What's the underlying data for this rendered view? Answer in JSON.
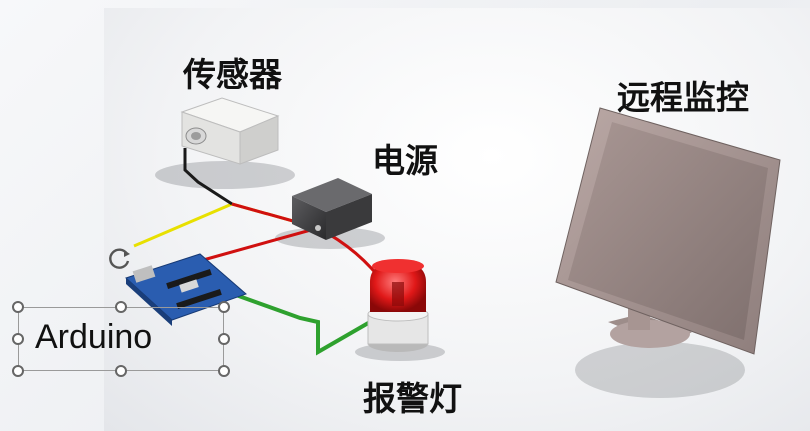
{
  "labels": {
    "sensor": "传感器",
    "power": "电源",
    "monitor": "远程监控",
    "alarm_light": "报警灯"
  },
  "selected_textbox": {
    "text": "Arduino"
  },
  "icons": {
    "rotate": "rotate-handle-icon"
  },
  "colors": {
    "wire_yellow": "#e8e000",
    "wire_red": "#d01010",
    "wire_green": "#2ea12e",
    "wire_black": "#1a1a1a",
    "board_blue": "#2a5db0",
    "alarm_red": "#e01818"
  }
}
